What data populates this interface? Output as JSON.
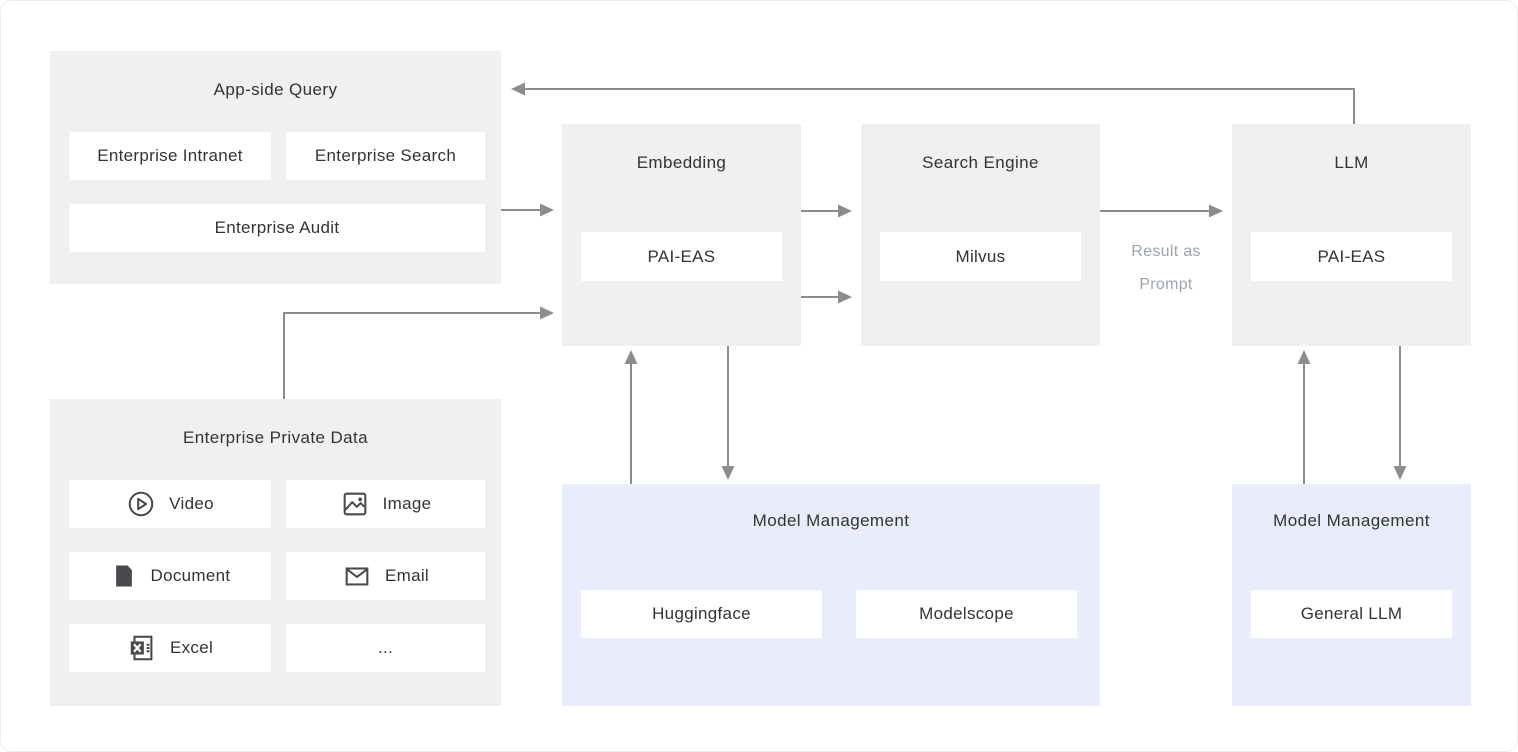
{
  "app_query": {
    "title": "App-side Query",
    "chips": {
      "intranet": "Enterprise Intranet",
      "search": "Enterprise Search",
      "audit": "Enterprise Audit"
    }
  },
  "private_data": {
    "title": "Enterprise Private Data",
    "items": [
      {
        "icon": "video-icon",
        "label": "Video"
      },
      {
        "icon": "image-icon",
        "label": "Image"
      },
      {
        "icon": "document-icon",
        "label": "Document"
      },
      {
        "icon": "email-icon",
        "label": "Email"
      },
      {
        "icon": "excel-icon",
        "label": "Excel"
      },
      {
        "icon": "none",
        "label": "..."
      }
    ]
  },
  "embedding": {
    "title": "Embedding",
    "chip": "PAI-EAS"
  },
  "search_engine": {
    "title": "Search Engine",
    "chip": "Milvus"
  },
  "llm": {
    "title": "LLM",
    "chip": "PAI-EAS"
  },
  "model_management_left": {
    "title": "Model Management",
    "chips": {
      "left": "Huggingface",
      "right": "Modelscope"
    }
  },
  "model_management_right": {
    "title": "Model Management",
    "chip": "General LLM"
  },
  "annotations": {
    "result_as_prompt": [
      "Result as",
      "Prompt"
    ]
  },
  "colors": {
    "panel_gray": "#f0f0f0",
    "panel_blue": "#e9edfb",
    "chip_white": "#ffffff",
    "arrow": "#8c8c8c",
    "text_dark": "#333333",
    "text_muted": "#9ba3ad",
    "icon": "#4a4a4e"
  }
}
